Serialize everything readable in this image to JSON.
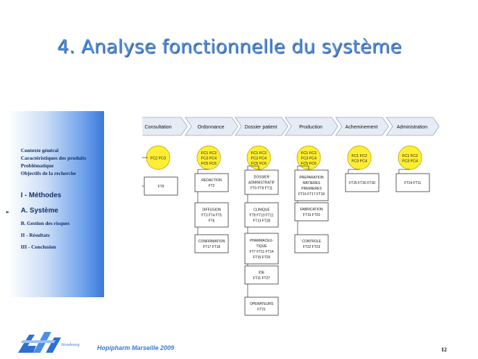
{
  "slide": {
    "title": "4. Analyse fonctionnelle du système",
    "page_number": "12",
    "footer": "Hopipharm Marseille 2009",
    "logo_text": "Strasbourg"
  },
  "sidebar": {
    "items": [
      {
        "label": "Contexte général"
      },
      {
        "label": "Caractéristiques des produits"
      },
      {
        "label": "Problématique"
      },
      {
        "label": "Objectifs de la recherche"
      },
      {
        "label": "I - Méthodes"
      },
      {
        "label": "A. Système",
        "active": true
      },
      {
        "label": "B. Gestion des risques"
      },
      {
        "label": "II - Résultats"
      },
      {
        "label": "III - Conclusion"
      }
    ]
  },
  "diagram": {
    "phases": [
      {
        "label": "Consultation",
        "fc": [
          "FC2 FC3"
        ]
      },
      {
        "label": "Ordonnance",
        "fc": [
          "FC1 FC2",
          "FC3 FC4",
          "FC5 FC6"
        ]
      },
      {
        "label": "Dossier patient",
        "fc": [
          "FC1 FC2",
          "FC3 FC4",
          "FC5 FC6"
        ]
      },
      {
        "label": "Production",
        "fc": [
          "FC1 FC2",
          "FC3 FC4",
          "FC5 FC6"
        ]
      },
      {
        "label": "Acheminement",
        "fc": [
          "FC1 FC2",
          "FC3 FC4"
        ]
      },
      {
        "label": "Administration",
        "fc": [
          "FC1 FC2",
          "FC3 FC4"
        ]
      }
    ],
    "columns": [
      [
        {
          "lines": [
            "FT9"
          ]
        }
      ],
      [
        {
          "lines": [
            "REDACTION",
            "FT2"
          ]
        },
        {
          "lines": [
            "DIFFUSION",
            "FT3  FT4  FT5",
            "FT6"
          ]
        },
        {
          "lines": [
            "CONFIRMATION",
            "FT17  FT18"
          ]
        }
      ],
      [
        {
          "lines": [
            "DOSSIER",
            "ADMINISTRATIF",
            "FT6  FT8 FT11"
          ]
        },
        {
          "lines": [
            "CLINIQUE",
            "FT9  FT10  FT11",
            "FT13  FT28"
          ]
        },
        {
          "lines": [
            "PHARMACEU-",
            "TIQUE",
            "FT7  FT11  FT14",
            "FT15  FT29"
          ]
        },
        {
          "lines": [
            "IDE",
            "FT11  FT27"
          ]
        },
        {
          "lines": [
            "OPERATEURS",
            "FT21"
          ]
        }
      ],
      [
        {
          "lines": [
            "PREPARATION",
            "MATIERES",
            "PREMIERES",
            "FT16  FT17  FT18"
          ]
        },
        {
          "lines": [
            "FABRICATION",
            "FT19  FT20"
          ]
        },
        {
          "lines": [
            "CONTROLE",
            "FT22  FT23"
          ]
        }
      ],
      [
        {
          "lines": [
            "FT25  FT26  FT30"
          ]
        }
      ],
      [
        {
          "lines": [
            "FT24  FT11"
          ]
        }
      ]
    ],
    "colors": {
      "arrow_fill": "#e6ecf6",
      "arrow_stroke": "#9aa6bc",
      "circle_fill": "#ffee33",
      "circle_stroke": "#b09a00",
      "box_stroke": "#333333",
      "title_color": "#4f8fdc",
      "sidebar_blue": "#3c78da"
    }
  }
}
